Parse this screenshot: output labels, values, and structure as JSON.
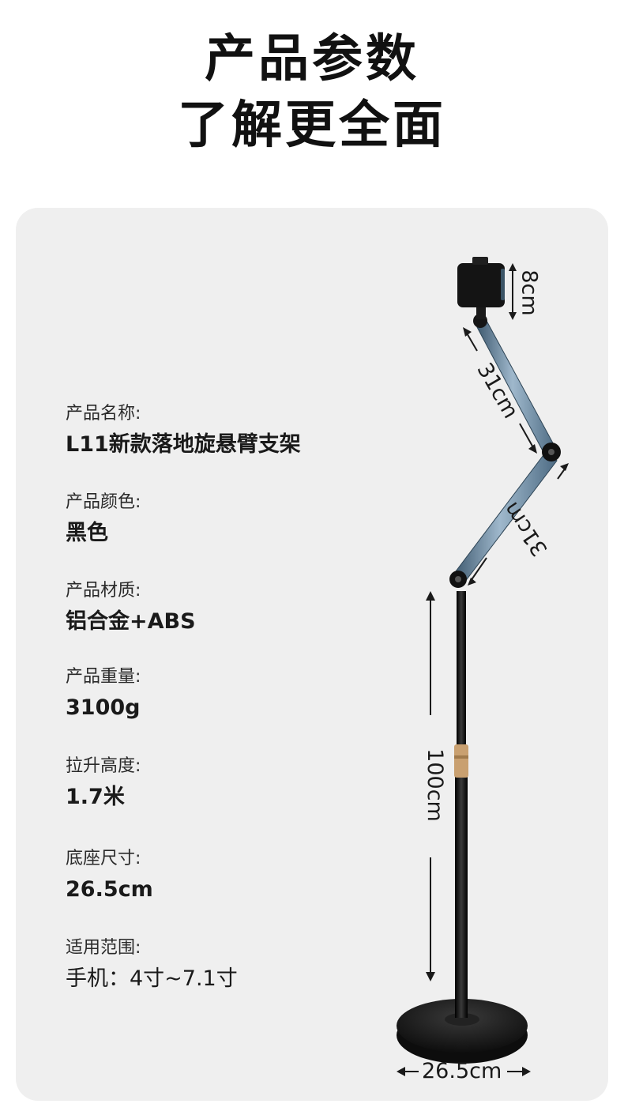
{
  "header": {
    "line1": "产品参数",
    "line2": "了解更全面"
  },
  "specs": [
    {
      "label": "产品名称:",
      "value": "L11新款落地旋悬臂支架"
    },
    {
      "label": "产品颜色:",
      "value": "黑色"
    },
    {
      "label": "产品材质:",
      "value": "铝合金+ABS"
    },
    {
      "label": "产品重量:",
      "value": "3100g"
    },
    {
      "label": "拉升高度:",
      "value": "1.7米"
    },
    {
      "label": "底座尺寸:",
      "value": "26.5cm"
    },
    {
      "label": "适用范围:",
      "value": "手机：4寸~7.1寸"
    }
  ],
  "dimensions": {
    "clamp": "8cm",
    "arm_upper": "31cm",
    "arm_lower": "31cm",
    "pole": "100cm",
    "base": "26.5cm"
  },
  "colors": {
    "panel": "#efefef",
    "arm": "#6f8fa8",
    "pole": "#151515",
    "collar": "#c9a070"
  }
}
